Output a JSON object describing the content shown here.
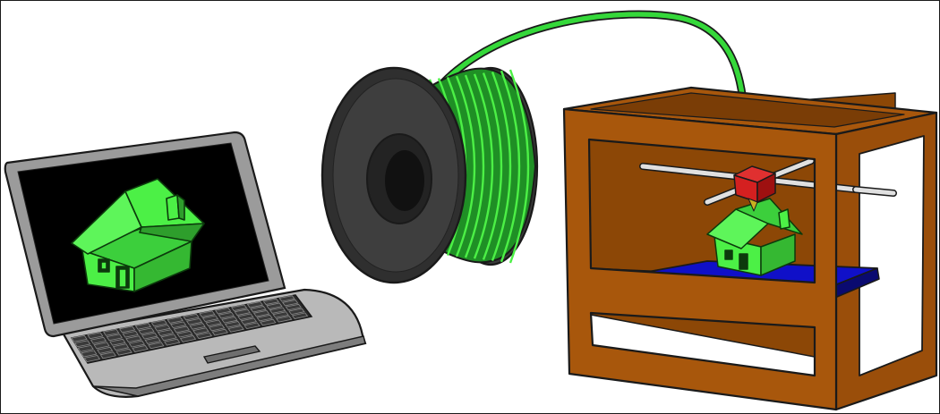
{
  "illustration": {
    "caption": "",
    "components": [
      {
        "id": "laptop",
        "name": "laptop-with-3d-house-model"
      },
      {
        "id": "filament-spool",
        "name": "filament-spool"
      },
      {
        "id": "printer",
        "name": "3d-printer"
      }
    ]
  },
  "colors": {
    "outline": "#1a1a1a",
    "filament_green": "#35d83a",
    "filament_dark": "#1f8f25",
    "house_green": "#4cf046",
    "house_shade": "#35c43a",
    "spool_dark": "#2f2f2f",
    "spool_mid": "#454545",
    "screen_black": "#000000",
    "laptop_gray": "#a9a9a9",
    "laptop_light": "#c8c8c8",
    "printer_brown": "#a8570c",
    "printer_dark": "#7a3d06",
    "printer_inner": "#8c4706",
    "build_plate_blue": "#0c0ca8",
    "extruder_red": "#d42020",
    "rod_gray": "#d9d9d9"
  },
  "icons": [
    "laptop-icon",
    "house-icon",
    "spool-icon",
    "printer-icon",
    "extruder-icon",
    "build-plate-icon"
  ]
}
